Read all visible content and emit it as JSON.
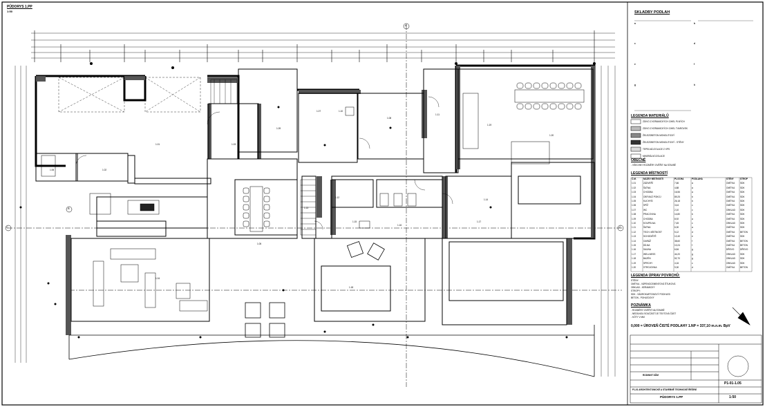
{
  "drawing_title": "PŮDORYS 1.PP",
  "scale": "1:50",
  "axes": {
    "A": "A",
    "B": "B",
    "C": "C"
  },
  "right_panel": {
    "skladby_title": "SKLADBY PODLAH",
    "skladby_groups": [
      "a",
      "b",
      "c",
      "d",
      "e",
      "f",
      "g",
      "h"
    ],
    "materials_title": "LEGENDA MATERIÁLŮ",
    "materials": [
      "ZDIVO Z KERAMICKÝCH CIHEL PLNÝCH",
      "ZDIVO Z KERAMICKÝCH CIHEL TVAROVEK",
      "ŽELEZOBETON MONOLITICKÝ",
      "ŽELEZOBETON MONOLITICKÝ - STĚNY",
      "TEPELNÁ IZOLACE Z XPS",
      "MINERÁLNÍ IZOLACE"
    ],
    "general_title": "OBECNĚ",
    "general_note": "- VŠECHNY ROZMĚRY OVĚŘIT NA STAVBĚ",
    "rooms_title": "LEGENDA MÍSTNOSTÍ",
    "rooms_headers": [
      "Č.M.",
      "NÁZEV MÍSTNOSTI",
      "PLOCHA",
      "PODLAHA",
      "STĚNY",
      "STROP"
    ],
    "rooms": [
      [
        "1.01",
        "ZÁDVEŘÍ",
        "7,66",
        "a",
        "OMÍTKA",
        "SDK"
      ],
      [
        "1.02",
        "ŠATNA",
        "4,88",
        "a",
        "OMÍTKA",
        "SDK"
      ],
      [
        "1.03",
        "CHODBA",
        "16,56",
        "a",
        "OMÍTKA",
        "SDK"
      ],
      [
        "1.04",
        "OBÝVACÍ POKOJ",
        "89,25",
        "b",
        "OMÍTKA",
        "SDK"
      ],
      [
        "1.05",
        "KUCHYŇ",
        "26,18",
        "b",
        "OMÍTKA",
        "SDK"
      ],
      [
        "1.06",
        "SPÍŽ",
        "3,44",
        "c",
        "OMÍTKA",
        "SDK"
      ],
      [
        "1.07",
        "WC",
        "2,10",
        "c",
        "OBKLAD",
        "SDK"
      ],
      [
        "1.08",
        "PRACOVNA",
        "14,80",
        "b",
        "OMÍTKA",
        "SDK"
      ],
      [
        "1.09",
        "CHODBA",
        "8,92",
        "a",
        "OMÍTKA",
        "SDK"
      ],
      [
        "1.10",
        "KOUPELNA",
        "7,45",
        "c",
        "OBKLAD",
        "SDK"
      ],
      [
        "1.11",
        "ŠATNA",
        "6,30",
        "a",
        "OMÍTKA",
        "SDK"
      ],
      [
        "1.12",
        "TECH. MÍSTNOST",
        "5,12",
        "d",
        "OMÍTKA",
        "BETON"
      ],
      [
        "1.13",
        "SCHODIŠTĚ",
        "12,40",
        "e",
        "OMÍTKA",
        "SDK"
      ],
      [
        "1.14",
        "GARÁŽ",
        "38,60",
        "f",
        "OMÍTKA",
        "BETON"
      ],
      [
        "1.15",
        "DÍLNA",
        "10,24",
        "f",
        "OMÍTKA",
        "BETON"
      ],
      [
        "1.16",
        "SAUNA",
        "6,84",
        "g",
        "DŘEVO",
        "DŘEVO"
      ],
      [
        "1.17",
        "WELLNESS",
        "44,20",
        "g",
        "OBKLAD",
        "SDK"
      ],
      [
        "1.18",
        "BAZÉN",
        "52,70",
        "g",
        "OBKLAD",
        "SDK"
      ],
      [
        "1.19",
        "SPRCHY",
        "4,16",
        "c",
        "OBKLAD",
        "SDK"
      ],
      [
        "1.20",
        "STROJOVNA",
        "9,30",
        "d",
        "OMÍTKA",
        "BETON"
      ]
    ],
    "surfaces_title": "LEGENDA ÚPRAV POVRCHŮ:",
    "surfaces": [
      "STĚNY:",
      "OMÍTKA - VÁPENOCEMENTOVÁ ŠTUKOVÁ",
      "OBKLAD - KERAMICKÝ",
      "STROPY:",
      "SDK - SÁDROKARTONOVÝ PODHLED",
      "BETON - POHLEDOVÝ"
    ],
    "note_title": "POZNÁMKA",
    "notes": [
      "- ROZMĚRY OVĚŘIT NA STAVBĚ",
      "- NEDÍLNOU SOUČÁSTÍ JE TEXTOVÁ ČÁST",
      "- KÓTY V MM"
    ],
    "zero_level": "0,000 = ÚROVEŇ ČISTÉ PODLAHY 1.NP = 337,10 m.n.m. BpV"
  },
  "title_block": {
    "project": "RODINNÝ DŮM",
    "part": "P1-01 ARCHITEKTONICKÉ A STAVEBNĚ TECHNICKÉ ŘEŠENÍ",
    "drawing": "PŮDORYS 1.PP",
    "number": "P1-01-1.05",
    "scale": "1:50"
  },
  "room_tags": [
    "1.01",
    "1.02",
    "1.03",
    "1.04",
    "1.05",
    "1.06",
    "1.07",
    "1.08",
    "1.09",
    "1.10",
    "1.11",
    "1.12",
    "1.13",
    "1.14",
    "1.15",
    "1.16",
    "1.17",
    "1.18",
    "1.19",
    "1.20"
  ]
}
